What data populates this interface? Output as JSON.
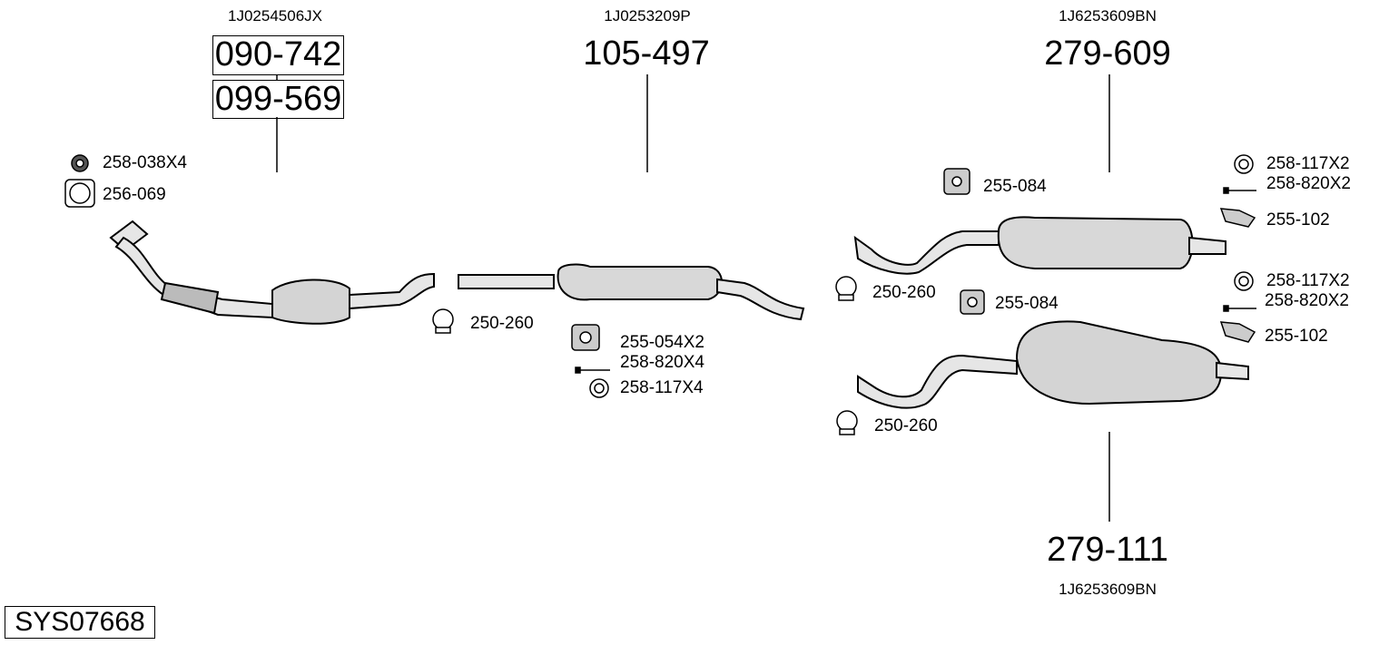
{
  "system_code": "SYS07668",
  "groups": {
    "front": {
      "oe": "1J0254506JX",
      "parts": [
        "090-742",
        "099-569"
      ]
    },
    "middle": {
      "oe": "1J0253209P",
      "part": "105-497"
    },
    "rear_upper": {
      "oe": "1J6253609BN",
      "part": "279-609"
    },
    "rear_lower": {
      "oe": "1J6253609BN",
      "part": "279-111"
    }
  },
  "accessories": {
    "nut": "258-038X4",
    "gasket": "256-069",
    "clamp_front": "250-260",
    "hanger_mid": "255-054X2",
    "bolt_mid": "258-820X4",
    "ring_mid": "258-117X4",
    "hanger_rear1": "255-084",
    "clamp_rear1": "250-260",
    "hanger_rear2": "255-084",
    "ring_rear1": "258-117X2",
    "bolt_rear1": "258-820X2",
    "bracket_rear1": "255-102",
    "ring_rear2": "258-117X2",
    "bolt_rear2": "258-820X2",
    "bracket_rear2": "255-102",
    "clamp_rear2": "250-260"
  }
}
